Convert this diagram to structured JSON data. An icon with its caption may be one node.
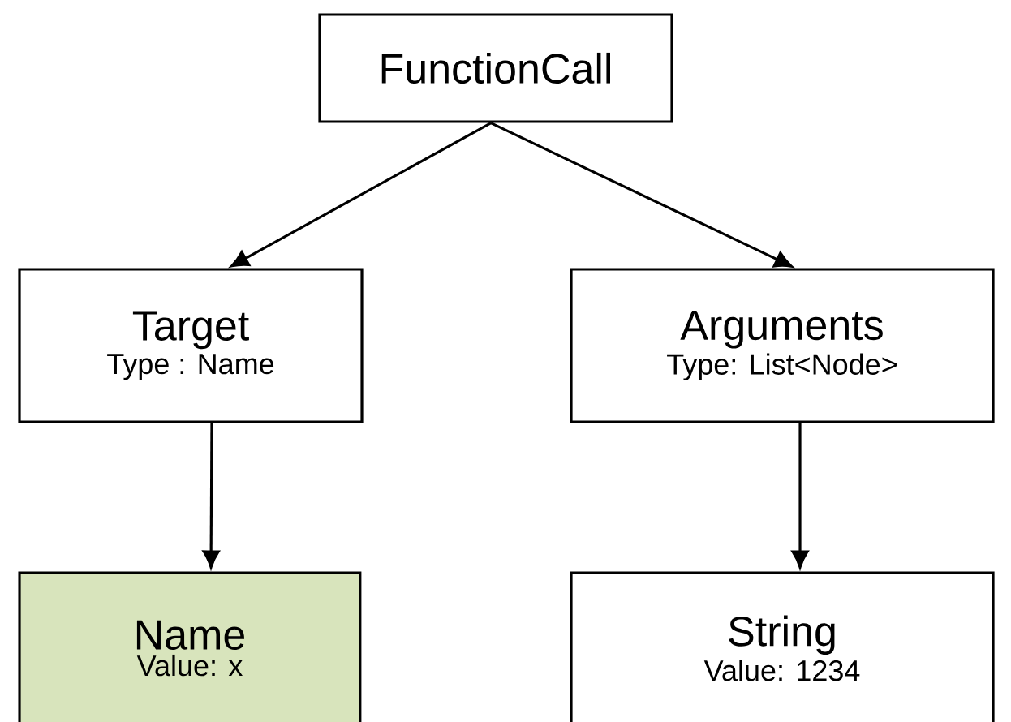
{
  "diagram": {
    "nodes": [
      {
        "text": [
          "FunctionCall"
        ]
      },
      {
        "text": [
          "Target",
          "Type : Name"
        ]
      },
      {
        "text": [
          "Arguments",
          "Type: List<Node>"
        ]
      },
      {
        "text": [
          "Name",
          "Value: x"
        ]
      },
      {
        "text": [
          "String",
          "Value: 1234"
        ]
      }
    ],
    "edges": [
      {
        "from": 0,
        "to": 1,
        "arrow": "to"
      },
      {
        "from": 0,
        "to": 2,
        "arrow": "to"
      },
      {
        "from": 1,
        "to": 3,
        "arrow": "to"
      },
      {
        "from": 2,
        "to": 4,
        "arrow": "to"
      }
    ]
  }
}
